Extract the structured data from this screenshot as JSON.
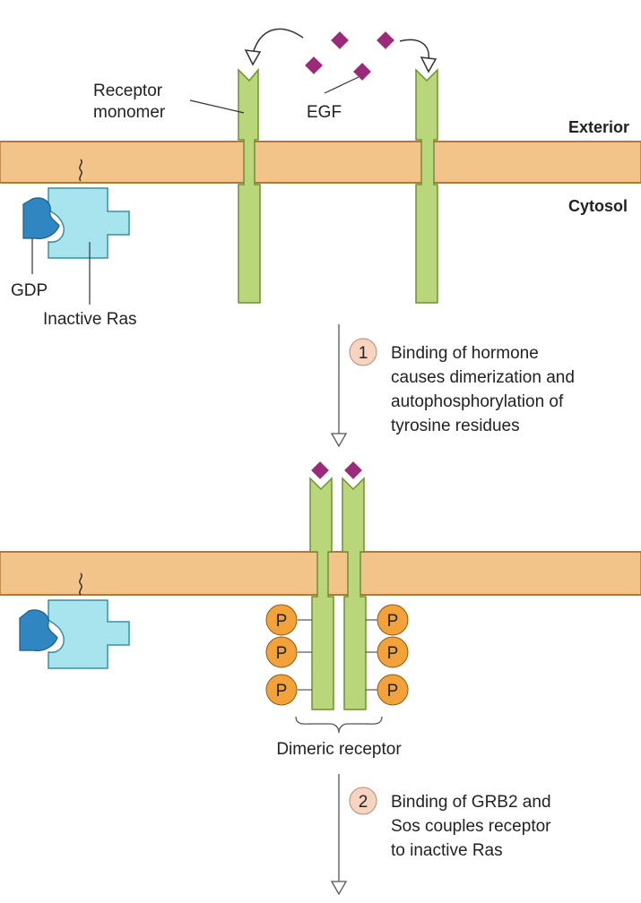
{
  "labels": {
    "receptor_monomer_line1": "Receptor",
    "receptor_monomer_line2": "monomer",
    "egf": "EGF",
    "exterior": "Exterior",
    "cytosol": "Cytosol",
    "gdp": "GDP",
    "inactive_ras": "Inactive Ras",
    "dimeric_receptor": "Dimeric receptor",
    "phosphate": "P"
  },
  "steps": [
    {
      "number": "1",
      "lines": [
        "Binding of hormone",
        "causes dimerization and",
        "autophosphorylation of",
        "tyrosine residues"
      ]
    },
    {
      "number": "2",
      "lines": [
        "Binding of GRB2 and",
        "Sos couples receptor",
        "to inactive Ras"
      ]
    }
  ],
  "colors": {
    "membrane": "#f2c48a",
    "membrane_edge": "#b07a3a",
    "receptor": "#b9d77a",
    "receptor_edge": "#6f8f34",
    "egf": "#9b2a7a",
    "ras": "#a8e4ee",
    "ras_edge": "#3a8ea0",
    "gdp": "#2f86c0",
    "phosphate": "#f3a23a",
    "step_circle": "#f7d4c0"
  }
}
